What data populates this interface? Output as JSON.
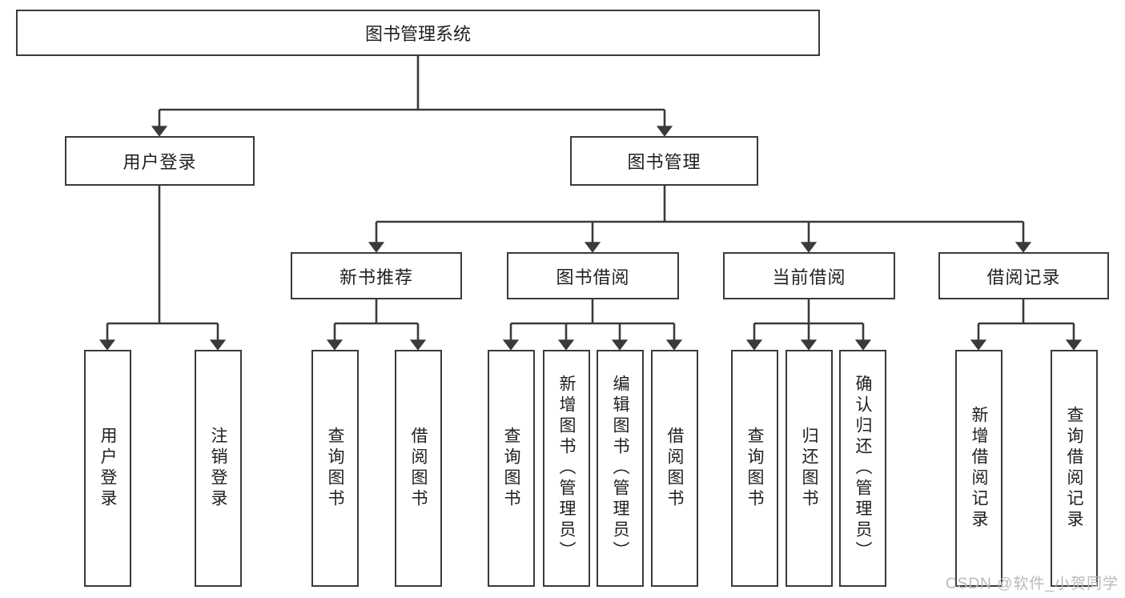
{
  "diagram": {
    "title": "图书管理系统",
    "type": "tree-hierarchy",
    "root": {
      "label": "图书管理系统"
    },
    "level2": [
      {
        "label": "用户登录"
      },
      {
        "label": "图书管理"
      }
    ],
    "level3": [
      {
        "label": "新书推荐"
      },
      {
        "label": "图书借阅"
      },
      {
        "label": "当前借阅"
      },
      {
        "label": "借阅记录"
      }
    ],
    "leaves": {
      "user_login": [
        {
          "label": "用户登录"
        },
        {
          "label": "注销登录"
        }
      ],
      "new_book_recommend": [
        {
          "label": "查询图书"
        },
        {
          "label": "借阅图书"
        }
      ],
      "book_borrow": [
        {
          "label": "查询图书"
        },
        {
          "label": "新增图书（管理员）"
        },
        {
          "label": "编辑图书（管理员）"
        },
        {
          "label": "借阅图书"
        }
      ],
      "current_borrow": [
        {
          "label": "查询图书"
        },
        {
          "label": "归还图书"
        },
        {
          "label": "确认归还（管理员）"
        }
      ],
      "borrow_record": [
        {
          "label": "新增借阅记录"
        },
        {
          "label": "查询借阅记录"
        }
      ]
    }
  },
  "watermark": {
    "text": "CSDN @软件_小贺同学"
  },
  "colors": {
    "stroke": "#3a3a3a",
    "text": "#202020",
    "background": "#ffffff",
    "watermark": "#b9b9b9"
  }
}
